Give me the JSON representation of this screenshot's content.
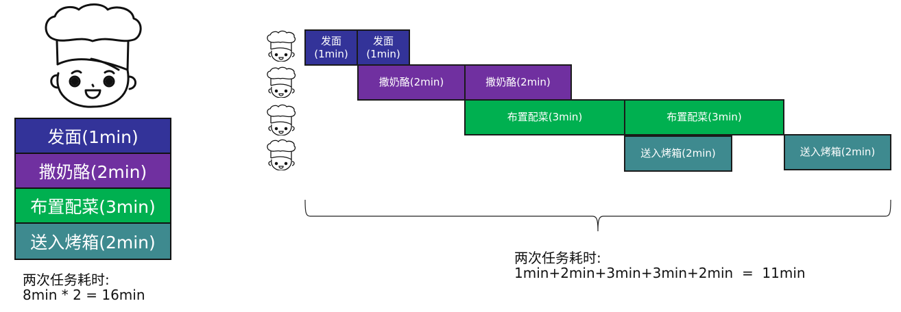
{
  "colors": {
    "knead": "#333399",
    "cheese": "#7030A0",
    "toppings": "#00B050",
    "oven": "#3E8A8F",
    "border": "#1a1a1a"
  },
  "sequential": {
    "steps": [
      {
        "label": "发面(1min)",
        "task": "knead",
        "minutes": 1
      },
      {
        "label": "撒奶酪(2min)",
        "task": "cheese",
        "minutes": 2
      },
      {
        "label": "布置配菜(3min)",
        "task": "toppings",
        "minutes": 3
      },
      {
        "label": "送入烤箱(2min)",
        "task": "oven",
        "minutes": 2
      }
    ],
    "summary_title": "两次任务耗时:",
    "summary_formula": "8min * 2 = 16min"
  },
  "pipeline": {
    "workers": [
      "chef-1",
      "chef-2",
      "chef-3",
      "chef-4"
    ],
    "bars": [
      {
        "row": 1,
        "label_line1": "发面",
        "label_line2": "(1min)",
        "task": "knead"
      },
      {
        "row": 1,
        "label_line1": "发面",
        "label_line2": "(1min)",
        "task": "knead"
      },
      {
        "row": 2,
        "label": "撒奶酪(2min)",
        "task": "cheese"
      },
      {
        "row": 2,
        "label": "撒奶酪(2min)",
        "task": "cheese"
      },
      {
        "row": 3,
        "label": "布置配菜(3min)",
        "task": "toppings"
      },
      {
        "row": 3,
        "label": "布置配菜(3min)",
        "task": "toppings"
      },
      {
        "row": 4,
        "label": "送入烤箱(2min)",
        "task": "oven"
      },
      {
        "row": 4,
        "label": "送入烤箱(2min)",
        "task": "oven"
      }
    ],
    "summary_title": "两次任务耗时:",
    "summary_formula": "1min+2min+3min+3min+2min  =  11min"
  }
}
